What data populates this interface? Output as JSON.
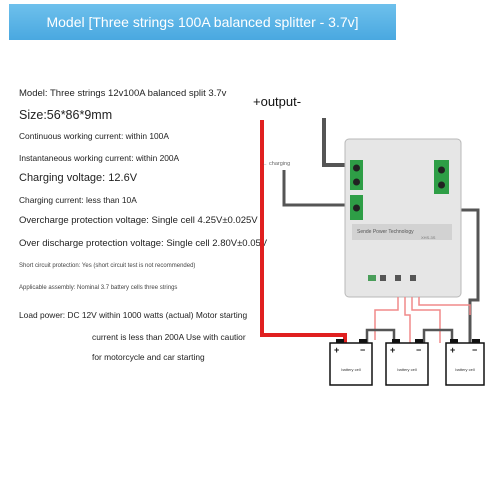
{
  "banner": {
    "title": "Model [Three strings 100A balanced splitter - 3.7v]",
    "color": "#56b0e4"
  },
  "specs": {
    "model": "Model: Three strings 12v100A balanced split 3.7v",
    "size": "Size:56*86*9mm",
    "continuous_current": "Continuous working current: within 100A",
    "instantaneous_current": "Instantaneous working current: within 200A",
    "charging_voltage": "Charging voltage: 12.6V",
    "charging_current": "Charging current: less than 10A",
    "overcharge": "Overcharge protection voltage: Single cell 4.25V±0.025V",
    "overdischarge": "Over discharge protection voltage: Single cell 2.80V±0.05V",
    "short_circuit": "Short circuit protection: Yes (short circuit test is not recommended)",
    "assembly": "Applicable assembly: Nominal 3.7 battery cells three strings",
    "load_power": {
      "line1": "Load power: DC 12V within 1000 watts (actual) Motor starting",
      "line2": "current is less than 200A Use with cautior",
      "line3": "for motorcycle and car starting"
    }
  },
  "diagram": {
    "output_label": "+output-",
    "charging_label": "← charging",
    "board_brand": "Sende Power Technology",
    "board_code": "XHS-3S",
    "cells": [
      {
        "label": "battery cell",
        "plus": "+",
        "minus": "−"
      },
      {
        "label": "battery cell",
        "plus": "+",
        "minus": "−"
      },
      {
        "label": "battery cell",
        "plus": "+",
        "minus": "−"
      }
    ],
    "colors": {
      "positive_wire": "#e02020",
      "negative_wire": "#555555",
      "balance_wire": "#f08a8a",
      "board": "#e6e6e6",
      "terminal": "#2e9e46"
    }
  }
}
